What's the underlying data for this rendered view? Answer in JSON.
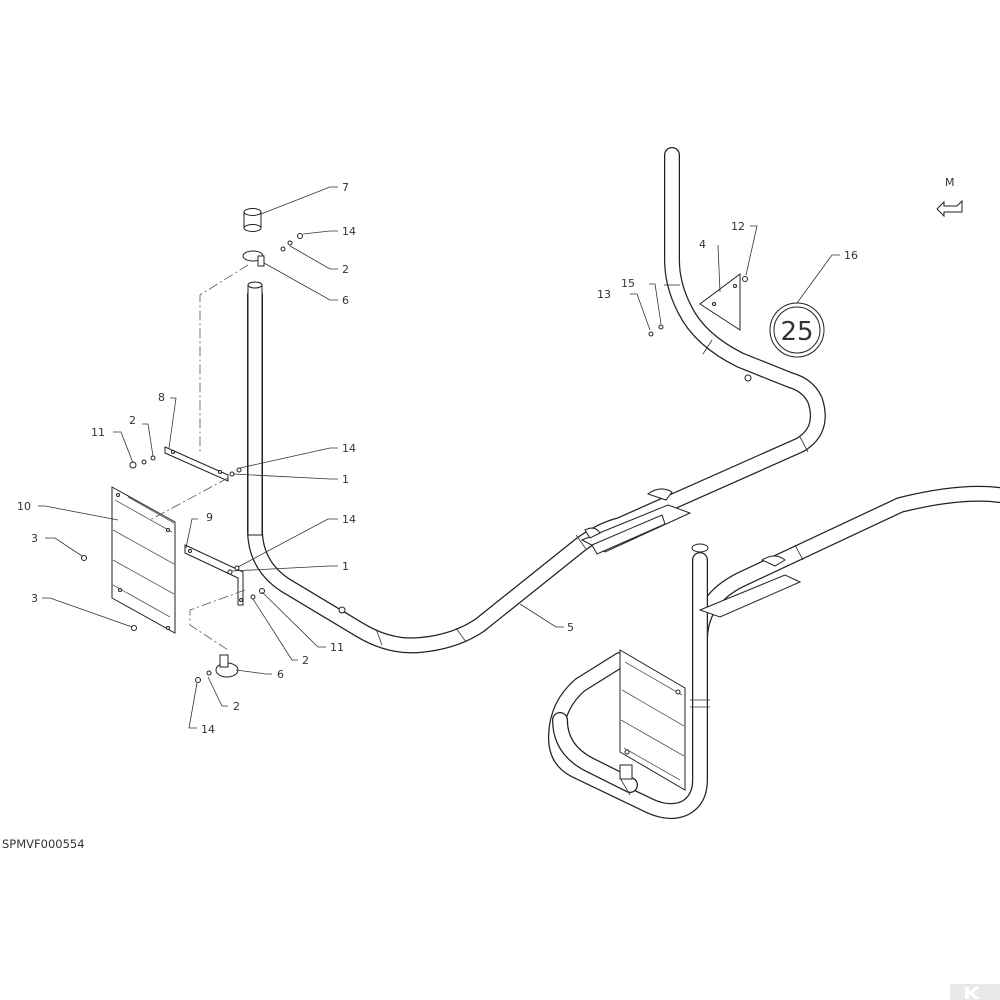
{
  "diagram": {
    "code": "SPMVF000554",
    "view_letter": "M",
    "sign_text": "25"
  },
  "callouts": [
    {
      "id": "c7",
      "text": "7"
    },
    {
      "id": "c14a",
      "text": "14"
    },
    {
      "id": "c2a",
      "text": "2"
    },
    {
      "id": "c6a",
      "text": "6"
    },
    {
      "id": "c8",
      "text": "8"
    },
    {
      "id": "c2b",
      "text": "2"
    },
    {
      "id": "c11a",
      "text": "11"
    },
    {
      "id": "c14b",
      "text": "14"
    },
    {
      "id": "c1a",
      "text": "1"
    },
    {
      "id": "c10",
      "text": "10"
    },
    {
      "id": "c9",
      "text": "9"
    },
    {
      "id": "c14c",
      "text": "14"
    },
    {
      "id": "c3a",
      "text": "3"
    },
    {
      "id": "c1b",
      "text": "1"
    },
    {
      "id": "c3b",
      "text": "3"
    },
    {
      "id": "c11b",
      "text": "11"
    },
    {
      "id": "c2c",
      "text": "2"
    },
    {
      "id": "c6b",
      "text": "6"
    },
    {
      "id": "c2d",
      "text": "2"
    },
    {
      "id": "c14d",
      "text": "14"
    },
    {
      "id": "c5",
      "text": "5"
    },
    {
      "id": "c4",
      "text": "4"
    },
    {
      "id": "c12",
      "text": "12"
    },
    {
      "id": "c13",
      "text": "13"
    },
    {
      "id": "c15",
      "text": "15"
    },
    {
      "id": "c16",
      "text": "16"
    }
  ]
}
